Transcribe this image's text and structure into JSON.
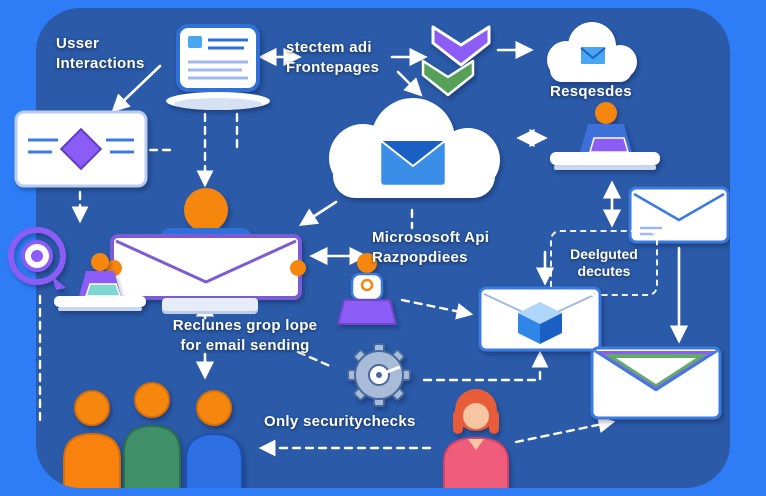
{
  "colors": {
    "bg": "#2e7df6",
    "panel": "#2a5aa8",
    "white": "#ffffff",
    "blue": "#2f6fd8",
    "blue_mid": "#49a6f0",
    "blue_dark": "#1a5fc4",
    "purple": "#8b5cf6",
    "purple_dark": "#6d45c8",
    "green": "#57a05a",
    "orange": "#f5870f",
    "skin": "#f6c6a2",
    "pink": "#ef5d7a",
    "red_hair": "#e85c3a",
    "teal": "#7fd6d0",
    "gear_body": "#a8bcd8",
    "gear_edge": "#46689e",
    "desk": "#e6edf9",
    "shirt_green": "#3f9068",
    "shirt_blue": "#2f6fe4",
    "shirt_orange": "#f9820e"
  },
  "labels": {
    "user_interactions": [
      "Usser",
      "Interactions"
    ],
    "frontend": [
      "stectem adi",
      "Frontepages"
    ],
    "requests": "Resqesdes",
    "api": [
      "Micrososoft Api",
      "Razpopdiees"
    ],
    "delegated": [
      "Deelguted",
      "decutes"
    ],
    "group_note": [
      "Reclunes grop lope",
      "for email sending"
    ],
    "security": "Only securitychecks"
  },
  "icons": {
    "tablet-document-icon": "rounded rect with text lines on oval pedestal",
    "chevron-down-purple-icon": "purple down chevron",
    "chevron-down-green-icon": "green down chevron",
    "cloud-mail-icon": "white cloud with small blue envelope",
    "cloud-big-mail-icon": "large white cloud with blue envelope",
    "person-at-desk-right-icon": "orange-headed worker with laptop at desk",
    "person-at-desk-left-icon": "orange-headed worker with teal laptop at desk",
    "envelope-lines-icon": "white envelope with flap lines",
    "envelope-diamond-icon": "white envelope with purple diamond",
    "envelope-cube-icon": "white envelope with isometric blue cube",
    "envelope-striped-icon": "white envelope with purple and green flap stripes",
    "person-envelope-icon": "orange-headed figure holding large purple envelope",
    "signal-target-icon": "purple concentric rings",
    "person-podium-icon": "figure behind purple podium",
    "gear-gauge-icon": "gray gear with white needle",
    "user-figure-icon": "bust figure with orange head",
    "woman-figure-icon": "red-haired woman in pink shirt"
  }
}
